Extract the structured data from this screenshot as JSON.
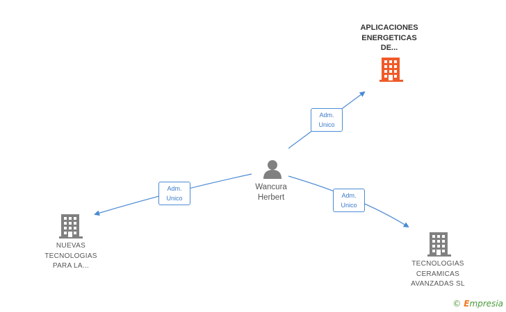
{
  "colors": {
    "edge": "#4a8ad3",
    "building_main": "#f05a28",
    "building_other": "#808080",
    "person": "#808080"
  },
  "person": {
    "icon": "person-icon",
    "name_lines": [
      "Wancura",
      "Herbert"
    ]
  },
  "companies": [
    {
      "id": "main",
      "icon": "building-icon",
      "lines": [
        "APLICACIONES",
        "ENERGETICAS",
        "DE..."
      ]
    },
    {
      "id": "nuevas",
      "icon": "building-icon",
      "lines": [
        "NUEVAS",
        "TECNOLOGIAS",
        "PARA LA..."
      ]
    },
    {
      "id": "ceramicas",
      "icon": "building-icon",
      "lines": [
        "TECNOLOGIAS",
        "CERAMICAS",
        "AVANZADAS SL"
      ]
    }
  ],
  "edges": [
    {
      "id": "to-main",
      "label_lines": [
        "Adm.",
        "Unico"
      ]
    },
    {
      "id": "to-nuevas",
      "label_lines": [
        "Adm.",
        "Unico"
      ]
    },
    {
      "id": "to-ceramicas",
      "label_lines": [
        "Adm.",
        "Unico"
      ]
    }
  ],
  "footer": {
    "copyright_symbol": "©",
    "brand_first": "E",
    "brand_rest": "mpresia"
  }
}
